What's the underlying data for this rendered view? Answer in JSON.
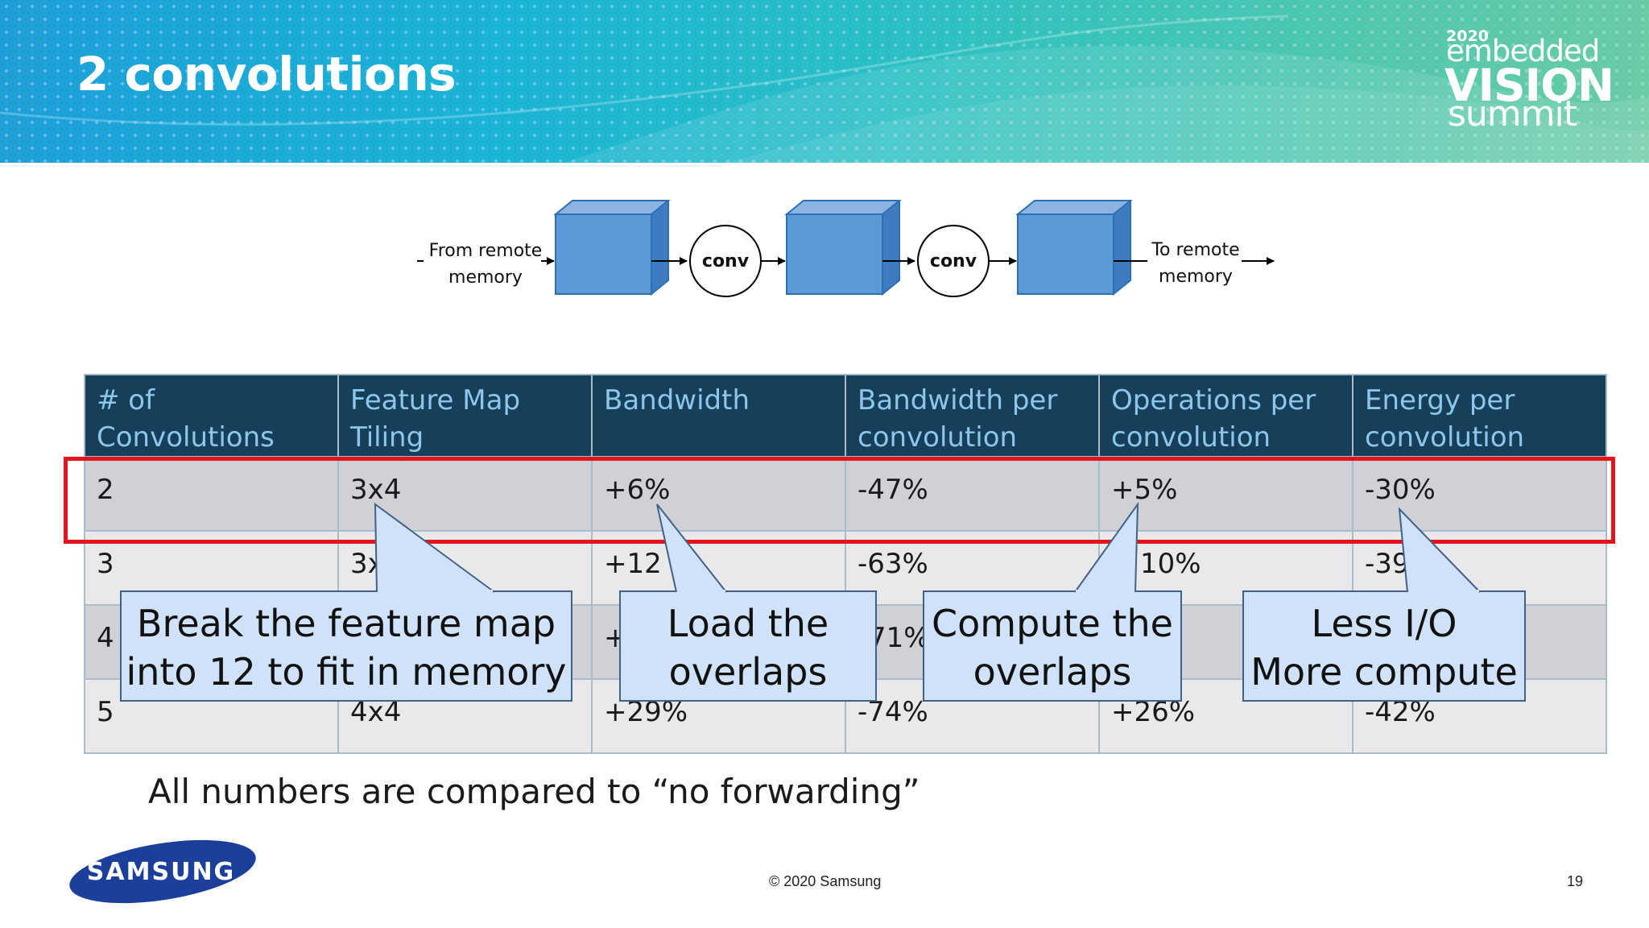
{
  "slide": {
    "title": "2 convolutions",
    "logo": {
      "year": "2020",
      "line1": "embedded",
      "line2": "VISION",
      "line3": "summit"
    }
  },
  "diagram": {
    "input_label_line1": "From remote",
    "input_label_line2": "memory",
    "op1": "conv",
    "op2": "conv",
    "output_label_line1": "To remote",
    "output_label_line2": "memory",
    "box_color": "#5b9bd5"
  },
  "table": {
    "headers": [
      "# of Convolutions",
      "Feature Map Tiling",
      "Bandwidth",
      "Bandwidth per convolution",
      "Operations per convolution",
      "Energy per convolution"
    ],
    "rows": [
      [
        "2",
        "3x4",
        "+6%",
        "-47%",
        "+5%",
        "-30%"
      ],
      [
        "3",
        "3x",
        "+12",
        "-63%",
        "10%",
        "-39"
      ],
      [
        "4",
        "",
        "+",
        "71%",
        "",
        ""
      ],
      [
        "5",
        "4x4",
        "+29%",
        "-74%",
        "+26%",
        "-42%"
      ]
    ],
    "header_bg": "#163f59",
    "header_fg": "#8ec6ea",
    "highlight_color": "#e3141b"
  },
  "callouts": [
    {
      "line1": "Break the feature map",
      "line2": "into 12 to fit in memory"
    },
    {
      "line1": "Load the",
      "line2": "overlaps"
    },
    {
      "line1": "Compute the",
      "line2": "overlaps"
    },
    {
      "line1": "Less I/O",
      "line2": "More compute"
    }
  ],
  "footnote": "All numbers are compared to “no forwarding”",
  "footer": {
    "copyright": "© 2020 Samsung",
    "page": "19",
    "brand": "SAMSUNG"
  }
}
